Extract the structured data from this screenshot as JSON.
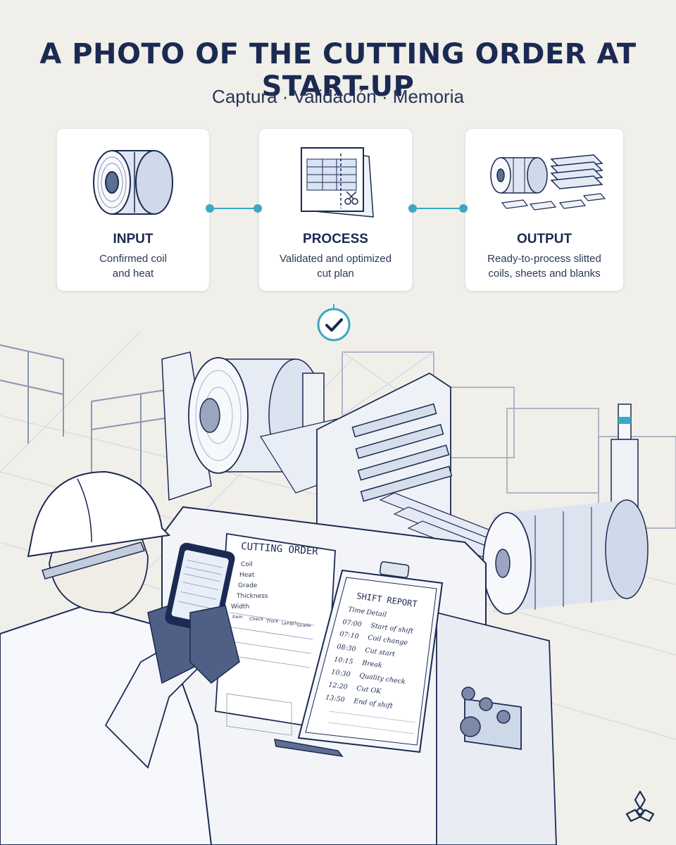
{
  "header": {
    "title": "A PHOTO OF THE CUTTING ORDER AT START-UP",
    "subtitle": "Captura · Validación · Memoria"
  },
  "flow": {
    "input": {
      "label": "INPUT",
      "desc_line1": "Confirmed coil",
      "desc_line2": "and heat"
    },
    "process": {
      "label": "PROCESS",
      "desc_line1": "Validated and optimized",
      "desc_line2": "cut plan"
    },
    "output": {
      "label": "OUTPUT",
      "desc_line1": "Ready-to-process slitted",
      "desc_line2": "coils, sheets and blanks"
    }
  },
  "colors": {
    "ink": "#1b2a52",
    "accent": "#3aa9c4",
    "background": "#f1efe9",
    "sketch": "#8a96b3"
  },
  "cutting_order": {
    "title": "CUTTING ORDER",
    "fields": [
      "Coil",
      "Heat",
      "Grade",
      "Thickness",
      "Width"
    ],
    "columns": [
      "Item",
      "Check",
      "Thick",
      "Length",
      "Grade"
    ]
  },
  "shift_report": {
    "title": "SHIFT REPORT",
    "columns": [
      "Time",
      "Detail"
    ],
    "rows": [
      {
        "time": "07:00",
        "detail": "Start of shift"
      },
      {
        "time": "07:10",
        "detail": "Coil change"
      },
      {
        "time": "08:30",
        "detail": "Cut start"
      },
      {
        "time": "10:15",
        "detail": "Break"
      },
      {
        "time": "10:30",
        "detail": "Quality check"
      },
      {
        "time": "12:20",
        "detail": "Cut OK"
      },
      {
        "time": "13:50",
        "detail": "End of shift"
      }
    ]
  },
  "icons": {
    "input": "coil-icon",
    "process": "cut-plan-icon",
    "output": "slitted-coils-sheets-icon",
    "validation": "checkmark-icon",
    "brand": "logo-icon"
  }
}
